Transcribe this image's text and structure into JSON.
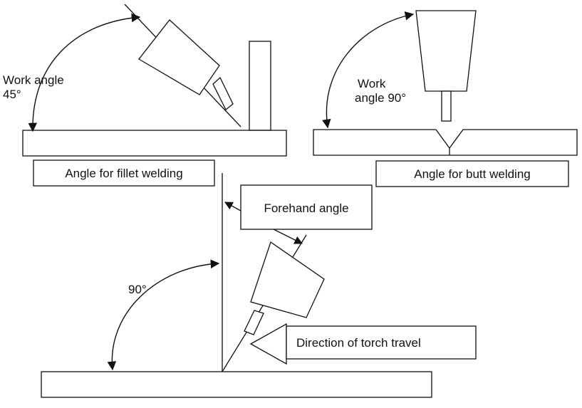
{
  "fillet": {
    "work_angle_line1": "Work angle",
    "work_angle_line2": "45°",
    "caption": "Angle for fillet welding"
  },
  "butt": {
    "work_angle_line1": "Work",
    "work_angle_line2": "angle 90°",
    "caption": "Angle for butt welding"
  },
  "travel": {
    "forehand_label": "Forehand angle",
    "right_angle_label": "90°",
    "direction_label": "Direction of torch travel"
  },
  "colors": {
    "stroke": "#111111",
    "background": "#ffffff"
  }
}
